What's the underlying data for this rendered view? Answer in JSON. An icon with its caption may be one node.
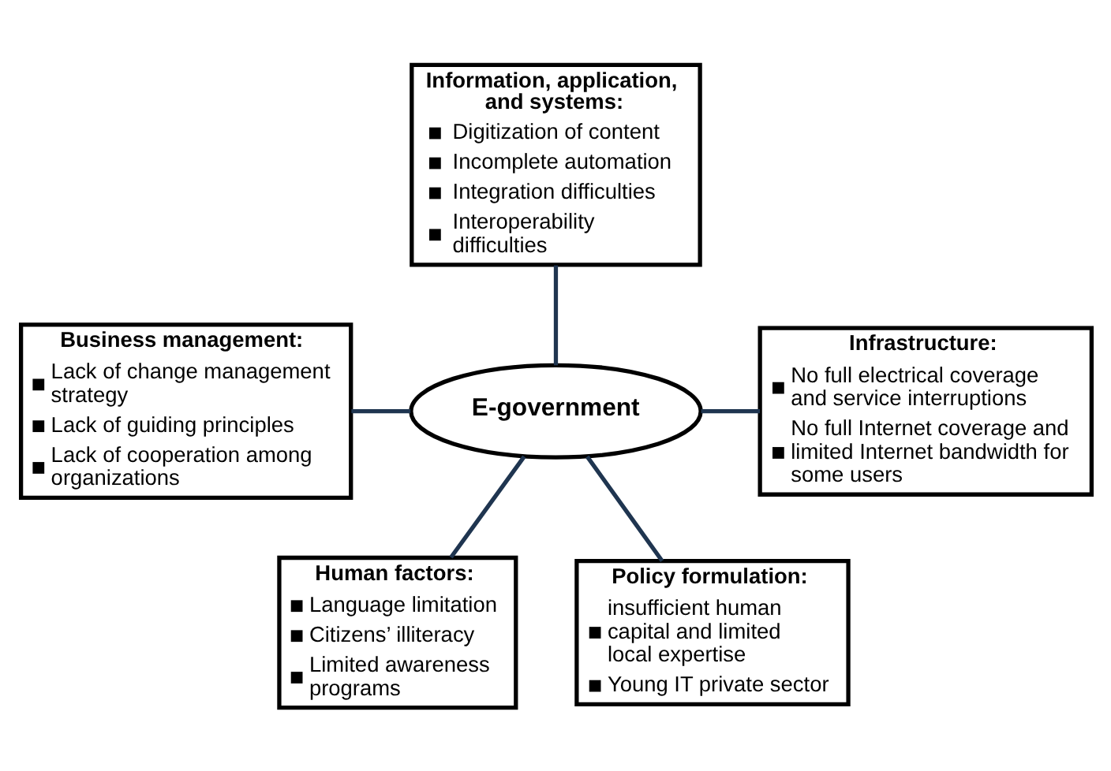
{
  "diagram": {
    "nodes": [
      {
        "text": [
          "Information, application, and systems:",
          "Digitization of content",
          "Incomplete automation",
          "Integration difficulties",
          "Interoperability difficulties"
        ]
      },
      {
        "text": [
          "Business management:",
          "Lack of change management strategy",
          "Lack of guiding principles",
          "Lack of cooperation among organizations"
        ]
      },
      {
        "text": [
          "E-government"
        ]
      },
      {
        "text": [
          "Infrastructure:",
          "No full electrical coverage and service interruptions",
          "No full Internet coverage and limited Internet bandwidth for some users"
        ]
      },
      {
        "text": [
          "Human factors:",
          "Language limitation",
          "Citizens’ illiteracy",
          "Limited awareness programs"
        ]
      },
      {
        "text": [
          "Policy formulation:",
          "insufficient human capital and limited local expertise",
          "Young IT private sector"
        ]
      }
    ],
    "edges": [
      {
        "from": 2,
        "to": 0,
        "arrow": "none"
      },
      {
        "from": 2,
        "to": 1,
        "arrow": "none"
      },
      {
        "from": 2,
        "to": 3,
        "arrow": "none"
      },
      {
        "from": 2,
        "to": 4,
        "arrow": "none"
      },
      {
        "from": 2,
        "to": 5,
        "arrow": "none"
      }
    ]
  }
}
